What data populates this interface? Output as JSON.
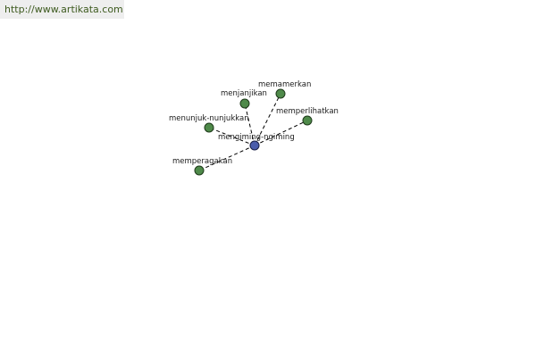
{
  "site": {
    "url": "http://www.artikata.com"
  },
  "diagram": {
    "center": {
      "label": "mengiming-ngiming",
      "color": "#4a5cab"
    },
    "leaves": [
      {
        "id": "memamerkan",
        "label": "memamerkan",
        "color": "#4f8a4a"
      },
      {
        "id": "menjanjikan",
        "label": "menjanjikan",
        "color": "#4f8a4a"
      },
      {
        "id": "memperlihatkan",
        "label": "memperlihatkan",
        "color": "#4f8a4a"
      },
      {
        "id": "menunjuk-nunjukkan",
        "label": "menunjuk-nunjukkan",
        "color": "#4f8a4a"
      },
      {
        "id": "memperagakan",
        "label": "memperagakan",
        "color": "#4f8a4a"
      }
    ]
  }
}
